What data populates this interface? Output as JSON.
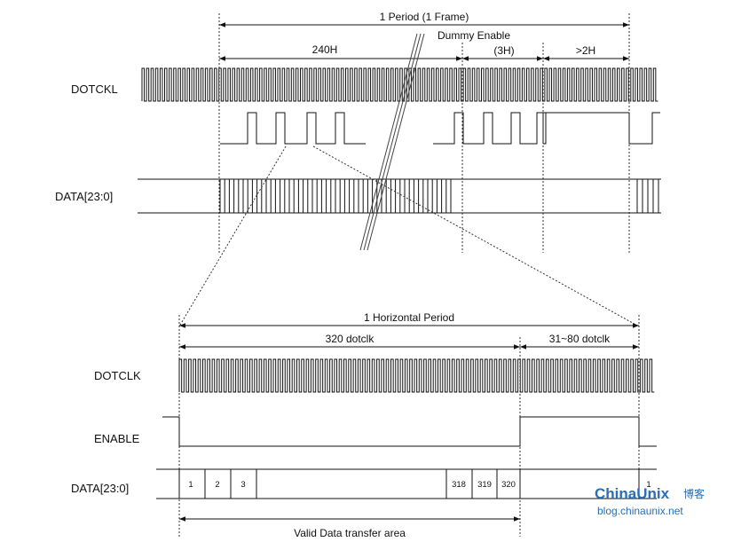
{
  "top": {
    "period_label": "1 Period (1 Frame)",
    "active_label": "240H",
    "dummy_label": "Dummy Enable",
    "dummy_count": "(3H)",
    "tail_label": ">2H",
    "signals": [
      "DOTCKL",
      "DATA[23:0]"
    ]
  },
  "bottom": {
    "period_label": "1 Horizontal Period",
    "active_label": "320 dotclk",
    "blank_label": "31~80 dotclk",
    "signals": [
      "DOTCLK",
      "ENABLE",
      "DATA[23:0]"
    ],
    "data_cells": [
      "1",
      "2",
      "3",
      "318",
      "319",
      "320",
      "1"
    ],
    "valid_label": "Valid Data transfer area"
  },
  "watermark": {
    "brand": "ChinaUnix",
    "brand_cn": "博客",
    "url": "blog.chinaunix.net",
    "color": "#2a6fb5"
  }
}
